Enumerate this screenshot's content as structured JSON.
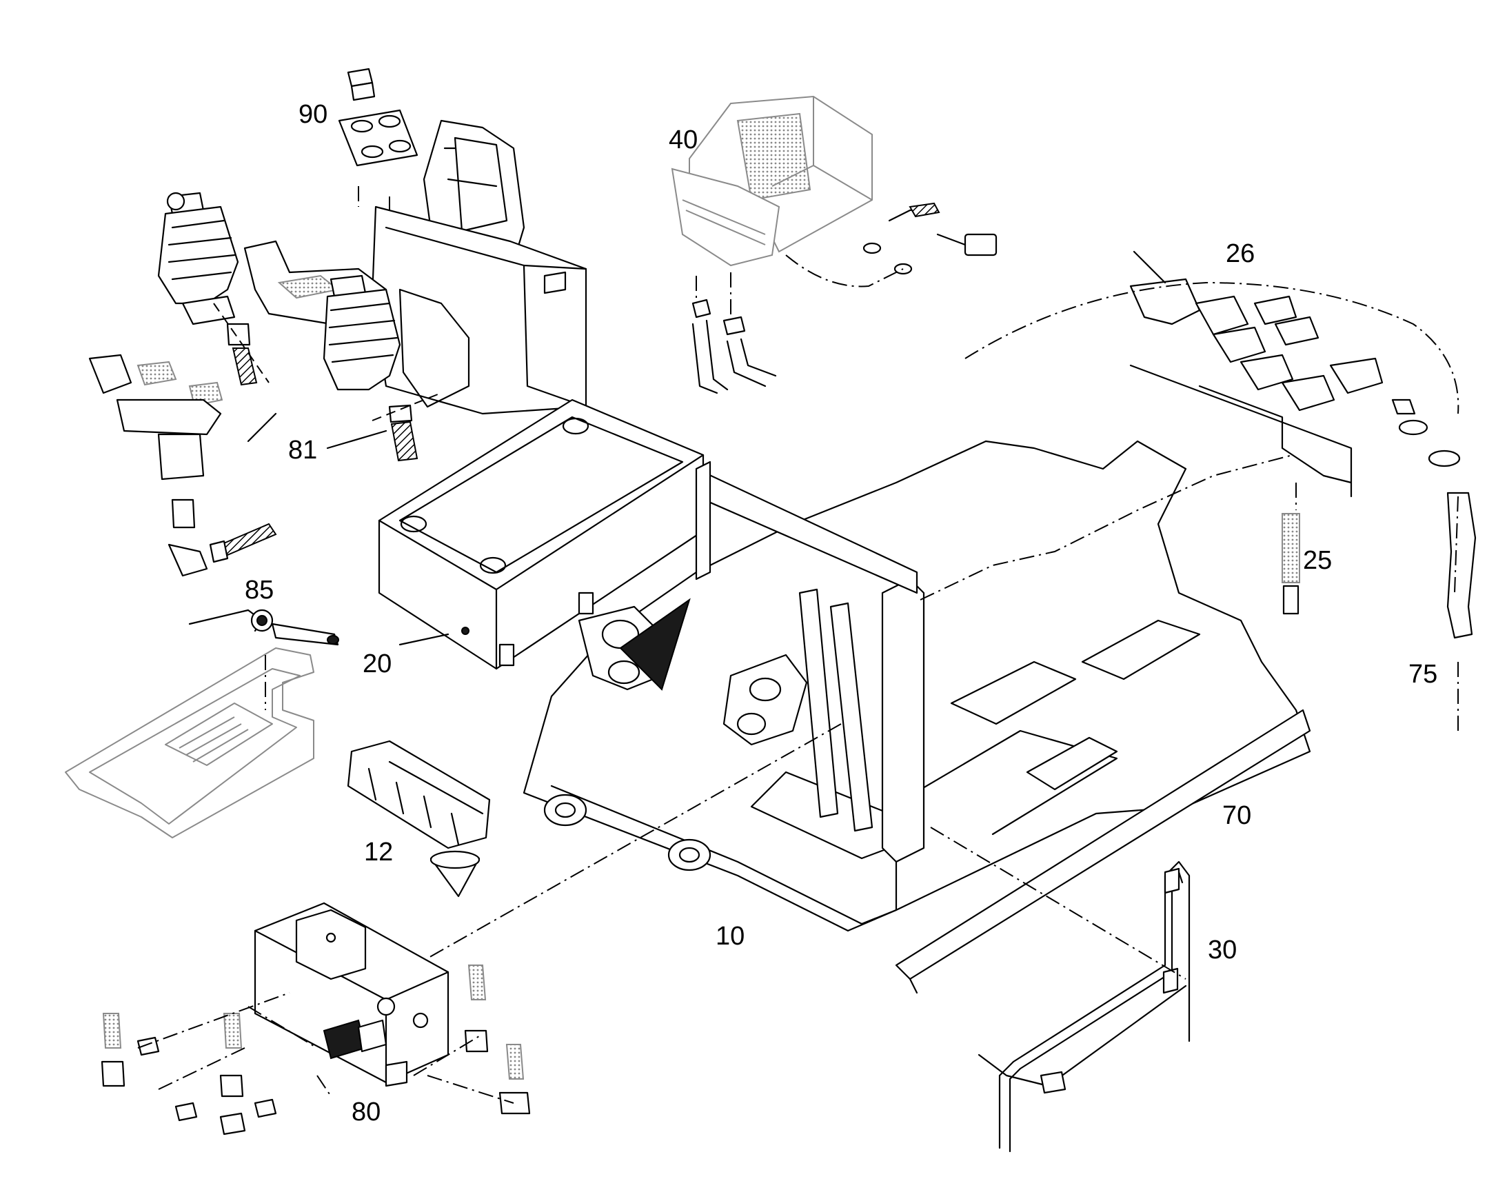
{
  "callouts": [
    {
      "id": "90",
      "label": "90"
    },
    {
      "id": "40",
      "label": "40"
    },
    {
      "id": "26",
      "label": "26"
    },
    {
      "id": "81",
      "label": "81"
    },
    {
      "id": "25",
      "label": "25"
    },
    {
      "id": "85",
      "label": "85"
    },
    {
      "id": "20",
      "label": "20"
    },
    {
      "id": "75",
      "label": "75"
    },
    {
      "id": "70",
      "label": "70"
    },
    {
      "id": "12",
      "label": "12"
    },
    {
      "id": "10",
      "label": "10"
    },
    {
      "id": "30",
      "label": "30"
    },
    {
      "id": "80",
      "label": "80"
    }
  ]
}
